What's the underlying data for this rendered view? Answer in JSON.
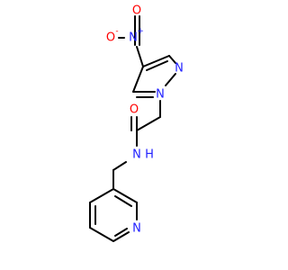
{
  "colors": {
    "bond": "#000000",
    "nitrogen": "#2020ff",
    "oxygen": "#ff0000",
    "background": "#ffffff"
  },
  "atoms": {
    "nitro_n": "N",
    "nitro_n_charge": "+",
    "nitro_o1": "O",
    "nitro_o1_charge": "-",
    "nitro_o2": "O",
    "pyrazole_n1": "N",
    "pyrazole_n2": "N",
    "carbonyl_o": "O",
    "amide_n": "N",
    "amide_h": "H",
    "pyridine_n": "N"
  }
}
